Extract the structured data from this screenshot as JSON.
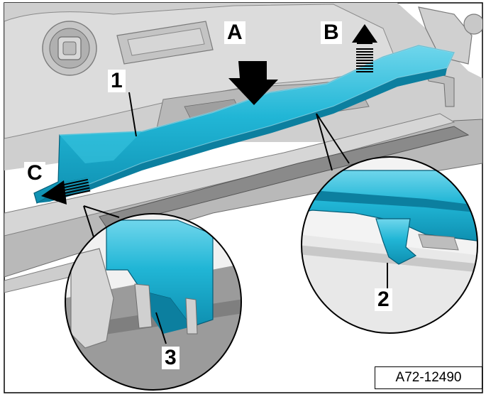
{
  "figure": {
    "reference": "A72-12490",
    "callouts": {
      "a": "A",
      "b": "B",
      "c": "C",
      "part_1": "1",
      "part_2": "2",
      "part_3": "3"
    },
    "colors": {
      "trim_cyan": "#21b6d6",
      "trim_cyan_dark": "#0e8fb0",
      "trim_cyan_light": "#7fdcef",
      "seat_grey": "#d2d2d2",
      "rail_grey": "#9a9a9a",
      "outline": "#000000"
    },
    "icons": [
      "push-arrow-icon",
      "pull-up-arrow-icon",
      "pull-out-arrow-icon"
    ]
  }
}
